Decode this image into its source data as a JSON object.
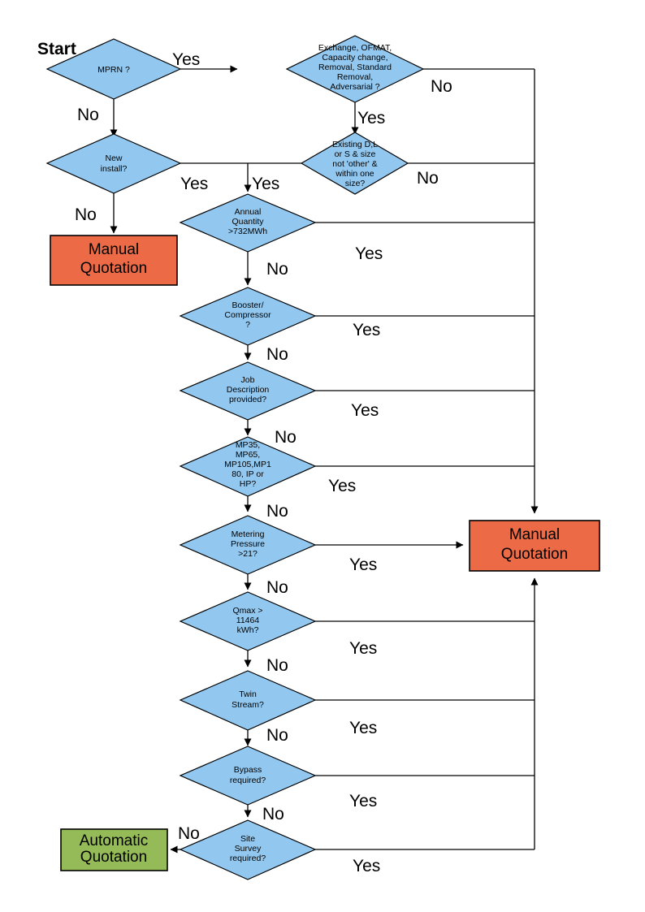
{
  "diagram": {
    "title_label": "Start",
    "colors": {
      "decision": "#92C8F0",
      "manual": "#EC6A45",
      "automatic": "#94BB57",
      "line": "#000000",
      "background": "#FFFFFF"
    },
    "nodes": {
      "mprn": {
        "lines": [
          "MPRN ?"
        ]
      },
      "exchange": {
        "lines": [
          "Exchange, OFMAT,",
          "Capacity change,",
          "Removal, Standard",
          "Removal,",
          "Adversarial ?"
        ]
      },
      "new_install": {
        "lines": [
          "New",
          "install?"
        ]
      },
      "existing": {
        "lines": [
          "Existing D,L",
          "or S & size",
          "not 'other' &",
          "within one",
          "size?"
        ]
      },
      "annual_quantity": {
        "lines": [
          "Annual",
          "Quantity",
          ">732MWh"
        ]
      },
      "booster": {
        "lines": [
          "Booster/",
          "Compressor",
          "?"
        ]
      },
      "job_description": {
        "lines": [
          "Job",
          "Description",
          "provided?"
        ]
      },
      "mp_types": {
        "lines": [
          "MP35,",
          "MP65,",
          "MP105,MP1",
          "80, IP or",
          "HP?"
        ]
      },
      "metering_pressure": {
        "lines": [
          "Metering",
          "Pressure",
          ">21?"
        ]
      },
      "qmax": {
        "lines": [
          "Qmax >",
          "11464",
          "kWh?"
        ]
      },
      "twin_stream": {
        "lines": [
          "Twin",
          "Stream?"
        ]
      },
      "bypass": {
        "lines": [
          "Bypass",
          "required?"
        ]
      },
      "site_survey": {
        "lines": [
          "Site",
          "Survey",
          "required?"
        ]
      },
      "manual_left": {
        "lines": [
          "Manual",
          "Quotation"
        ]
      },
      "manual_right": {
        "lines": [
          "Manual",
          "Quotation"
        ]
      },
      "automatic": {
        "lines": [
          "Automatic",
          "Quotation"
        ]
      }
    },
    "edge_labels": {
      "mprn_yes": "Yes",
      "mprn_no": "No",
      "exchange_no": "No",
      "exchange_yes": "Yes",
      "new_install_yes": "Yes",
      "new_install_no": "No",
      "existing_yes": "Yes",
      "existing_no": "No",
      "annual_yes": "Yes",
      "annual_no": "No",
      "booster_yes": "Yes",
      "booster_no": "No",
      "job_yes": "Yes",
      "job_no": "No",
      "mp_yes": "Yes",
      "mp_no": "No",
      "metering_yes": "Yes",
      "metering_no": "No",
      "qmax_yes": "Yes",
      "qmax_no": "No",
      "twin_yes": "Yes",
      "twin_no": "No",
      "bypass_yes": "Yes",
      "bypass_no": "No",
      "site_yes": "Yes",
      "site_no": "No"
    }
  }
}
